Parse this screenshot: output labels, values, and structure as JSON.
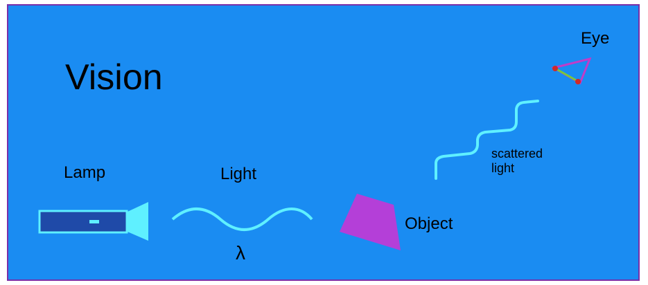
{
  "diagram": {
    "title": "Vision",
    "labels": {
      "lamp": "Lamp",
      "light": "Light",
      "lambda": "λ",
      "object": "Object",
      "scattered_line1": "scattered",
      "scattered_line2": "light",
      "eye": "Eye"
    }
  },
  "colors": {
    "background": "#1a8cf2",
    "border": "#7a2fa8",
    "lamp_body": "#1f4aa8",
    "lamp_head": "#5ff0ff",
    "wave": "#5ff0ff",
    "object": "#b43fd8",
    "eye_outline": "#c23cc8",
    "eye_lens": "#7ac83a",
    "eye_retina": "#d02a2a"
  },
  "icons": [
    "lamp-icon",
    "light-wave",
    "object-shape",
    "scattered-light-wave",
    "eye-icon"
  ]
}
